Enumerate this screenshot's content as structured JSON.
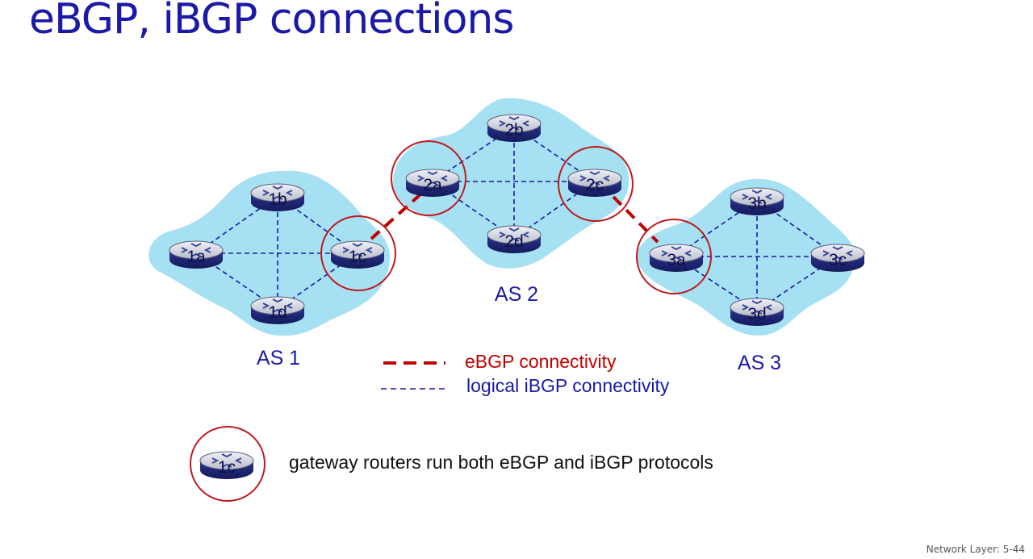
{
  "title": "eBGP, iBGP connections",
  "colors": {
    "title": "#1a1aa6",
    "cloud": "#a6e0f3",
    "ebgp": "#c00000",
    "ibgp": "#1a1aa6",
    "gateway_circle": "#c0181b"
  },
  "as_labels": {
    "as1": "AS 1",
    "as2": "AS 2",
    "as3": "AS 3"
  },
  "routers": {
    "r1a": "1a",
    "r1b": "1b",
    "r1c": "1c",
    "r1d": "1d",
    "r2a": "2a",
    "r2b": "2b",
    "r2c": "2c",
    "r2d": "2d",
    "r3a": "3a",
    "r3b": "3b",
    "r3c": "3c",
    "r3d": "3d"
  },
  "legend": {
    "ebgp": "eBGP connectivity",
    "ibgp": "logical iBGP connectivity"
  },
  "note": {
    "router": "1c",
    "text": "gateway routers run both eBGP and iBGP protocols"
  },
  "footer": "Network Layer: 5-44"
}
